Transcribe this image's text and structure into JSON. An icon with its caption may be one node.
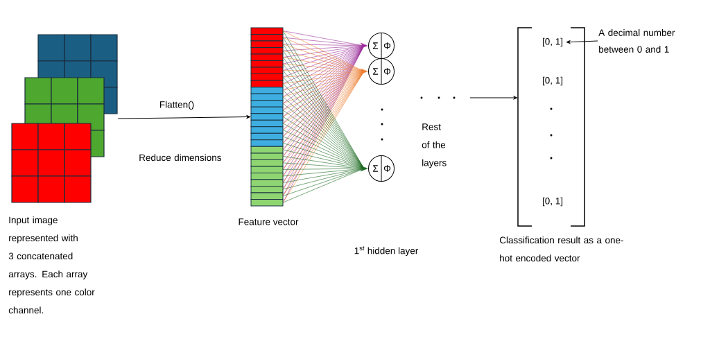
{
  "diagram": {
    "nodes": [
      {
        "text": [],
        "shape": "picture",
        "beside": [
          "Input image represented with 3 concatenated arrays. Each array represents one color channel."
        ]
      },
      {
        "text": [],
        "shape": "bar",
        "beside": [
          "Feature vector"
        ]
      },
      {
        "text": [
          "Σ",
          "Φ"
        ]
      },
      {
        "text": [
          "Σ",
          "Φ"
        ]
      },
      {
        "text": [
          "Σ",
          "Φ"
        ]
      },
      {
        "text": [],
        "shape": "bracket",
        "beside": [
          "Classification result as a one-hot encoded vector"
        ]
      },
      {
        "text": [
          "[0, 1]"
        ],
        "in": 5
      },
      {
        "text": [
          "[0, 1]"
        ],
        "in": 5
      },
      {
        "text": [
          "[0, 1]"
        ],
        "in": 5
      },
      {
        "text": [
          "A decimal number between 0 and 1"
        ]
      }
    ],
    "edges": [
      {
        "from": 0,
        "to": 1,
        "arrow": "to",
        "label": "Flatten()"
      },
      {
        "from": 1,
        "to": 2,
        "arrow": "to",
        "color": "#9b2d9b"
      },
      {
        "from": 1,
        "to": 3,
        "arrow": "to",
        "color": "#ed7d31"
      },
      {
        "from": 1,
        "to": 4,
        "arrow": "to",
        "color": "#1e6b24"
      },
      {
        "from": null,
        "to": 5,
        "arrow": "to"
      },
      {
        "from": 9,
        "to": 6,
        "arrow": "to"
      }
    ],
    "labels": [
      "Reduce dimensions",
      "Rest of the layers",
      "1$^{st}$ hidden layer"
    ]
  }
}
